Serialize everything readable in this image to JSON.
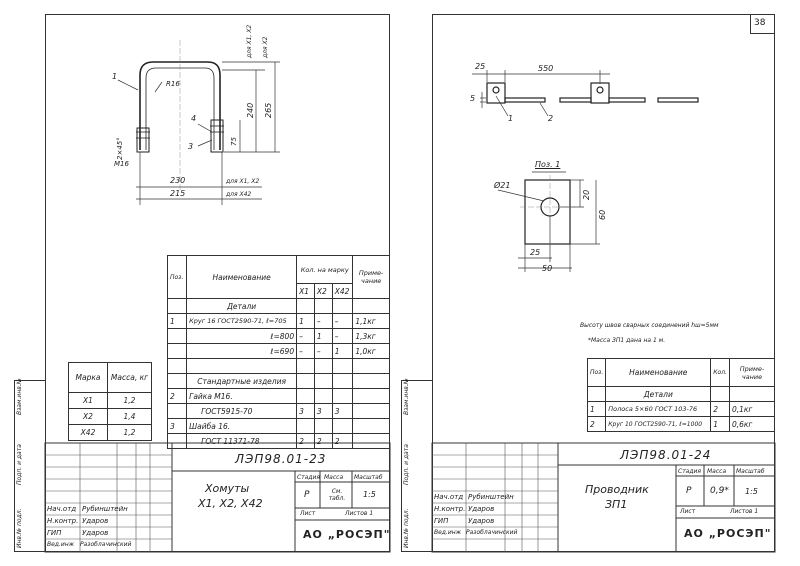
{
  "left_sheet": {
    "drawing": {
      "callouts": [
        "1",
        "3",
        "4"
      ],
      "dimensions": {
        "radius": "R16",
        "thread": "M16",
        "angle": "2×45°",
        "width_230": "230",
        "width_215": "215",
        "for_x1x2": "для X1, X2",
        "for_x42": "для X42",
        "height_240": "240",
        "height_265": "265",
        "dim_75": "75",
        "for_x1x2_v": "для X1, X2",
        "for_x2_v": "для X2"
      }
    },
    "spec_table": {
      "headers": {
        "pos": "Поз.",
        "name": "Наименование",
        "qty": "Кол. на марку",
        "note": "Приме- чание",
        "x1": "X1",
        "x2": "X2",
        "x42": "X42"
      },
      "section_details": "Детали",
      "rows": [
        {
          "pos": "1",
          "name": "Круг 16 ГОСТ2590-71, ℓ=705",
          "x1": "1",
          "x2": "–",
          "x42": "–",
          "note": "1,1кг"
        },
        {
          "pos": "",
          "name": "ℓ=800",
          "x1": "–",
          "x2": "1",
          "x42": "–",
          "note": "1,3кг"
        },
        {
          "pos": "",
          "name": "ℓ=690",
          "x1": "–",
          "x2": "–",
          "x42": "1",
          "note": "1,0кг"
        }
      ],
      "section_standard": "Стандартные изделия",
      "rows2": [
        {
          "pos": "2",
          "name": "Гайка М16.",
          "x1": "",
          "x2": "",
          "x42": "",
          "note": ""
        },
        {
          "pos": "",
          "name": "ГОСТ5915-70",
          "x1": "3",
          "x2": "3",
          "x42": "3",
          "note": ""
        },
        {
          "pos": "3",
          "name": "Шайба 16.",
          "x1": "",
          "x2": "",
          "x42": "",
          "note": ""
        },
        {
          "pos": "",
          "name": "ГОСТ 11371-78",
          "x1": "2",
          "x2": "2",
          "x42": "2",
          "note": ""
        }
      ]
    },
    "mass_table": {
      "headers": {
        "mark": "Марка",
        "mass": "Масса, кг"
      },
      "rows": [
        {
          "mark": "X1",
          "mass": "1,2"
        },
        {
          "mark": "X2",
          "mass": "1,4"
        },
        {
          "mark": "X42",
          "mass": "1,2"
        }
      ]
    },
    "title_block": {
      "code": "ЛЭП98.01-23",
      "title": "Хомуты",
      "subtitle": "X1, X2, X42",
      "stage_label": "Стадия",
      "mass_label": "Масса",
      "scale_label": "Масштаб",
      "stage": "Р",
      "mass": "См. табл.",
      "scale": "1:5",
      "sheet_label": "Лист",
      "sheets_label": "Листов 1",
      "org": "АО „РОСЭП\"",
      "staff": [
        {
          "role": "Нач.отд",
          "name": "Рубинштейн"
        },
        {
          "role": "Н.контр.",
          "name": "Ударов"
        },
        {
          "role": "ГИП",
          "name": "Ударов"
        },
        {
          "role": "Вед.инж",
          "name": "Разоблачинский"
        }
      ],
      "side_labels": [
        "Взам.инв.№",
        "Подп. и дата",
        "Инв.№ подл."
      ]
    }
  },
  "right_sheet": {
    "sheet_number": "38",
    "drawing": {
      "dim_25": "25",
      "dim_550": "550",
      "dim_5": "5",
      "callouts": [
        "1",
        "2"
      ],
      "pos_label": "Поз. 1",
      "diameter": "Ø21",
      "dim_20": "20",
      "dim_60": "60",
      "dim_25b": "25",
      "dim_50": "50"
    },
    "notes": [
      "Высоту швов сварных соединений hш=5мм",
      "*Масса ЗП1 дана на 1 м."
    ],
    "spec_table": {
      "headers": {
        "pos": "Поз.",
        "name": "Наименование",
        "qty": "Кол.",
        "note": "Приме- чание"
      },
      "section_details": "Детали",
      "rows": [
        {
          "pos": "1",
          "name": "Полоса 5×60 ГОСТ 103-76",
          "qty": "2",
          "note": "0,1кг"
        },
        {
          "pos": "2",
          "name": "Круг 10 ГОСТ2590-71, ℓ=1000",
          "qty": "1",
          "note": "0,6кг"
        }
      ]
    },
    "title_block": {
      "code": "ЛЭП98.01-24",
      "title": "Проводник",
      "subtitle": "ЗП1",
      "stage_label": "Стадия",
      "mass_label": "Масса",
      "scale_label": "Масштаб",
      "stage": "Р",
      "mass": "0,9*",
      "scale": "1:5",
      "sheet_label": "Лист",
      "sheets_label": "Листов 1",
      "org": "АО „РОСЭП\"",
      "staff": [
        {
          "role": "Нач.отд",
          "name": "Рубинштейн"
        },
        {
          "role": "Н.контр.",
          "name": "Ударов"
        },
        {
          "role": "ГИП",
          "name": "Ударов"
        },
        {
          "role": "Вед.инж",
          "name": "Разоблачинский"
        }
      ],
      "side_labels": [
        "Взам.инв.№",
        "Подп. и дата",
        "Инв.№ подл."
      ]
    }
  }
}
